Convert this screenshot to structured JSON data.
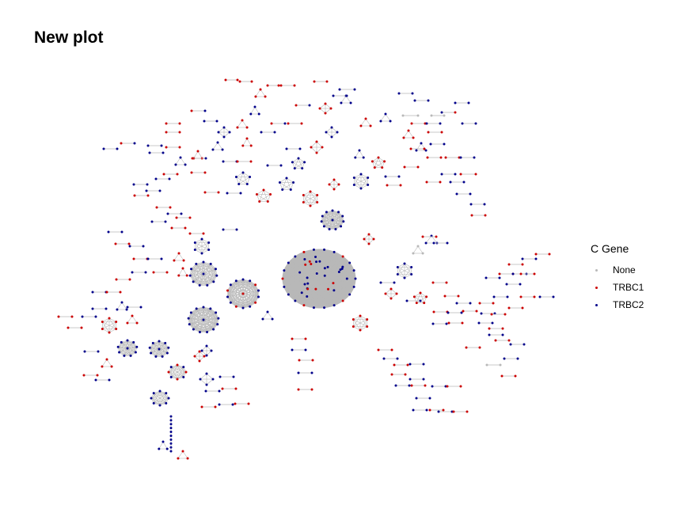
{
  "title": "New plot",
  "legend": {
    "title": "C Gene",
    "items": [
      {
        "label": "None",
        "color": "#b8b8b8"
      },
      {
        "label": "TRBC1",
        "color": "#cc0000"
      },
      {
        "label": "TRBC2",
        "color": "#00008b"
      }
    ]
  },
  "chart_data": {
    "type": "network",
    "edge_color": "#b8b8b8",
    "node_groups": [
      "None",
      "TRBC1",
      "TRBC2"
    ],
    "clusters": [
      {
        "id": "c1",
        "size": 50,
        "colors": [
          "TRBC2",
          "TRBC2",
          "TRBC2",
          "TRBC1"
        ]
      },
      {
        "id": "c2",
        "size": 15,
        "colors": [
          "TRBC2",
          "TRBC2",
          "TRBC1"
        ]
      },
      {
        "id": "c3",
        "size": 14,
        "colors": [
          "TRBC2"
        ]
      },
      {
        "id": "c4",
        "size": 12,
        "colors": [
          "TRBC2"
        ]
      },
      {
        "id": "c5",
        "size": 12,
        "colors": [
          "TRBC2"
        ]
      },
      {
        "id": "c6",
        "size": 10,
        "colors": [
          "TRBC2"
        ]
      },
      {
        "id": "c7",
        "size": 10,
        "colors": [
          "TRBC2"
        ]
      },
      {
        "id": "c8",
        "size": 8,
        "colors": [
          "TRBC1",
          "TRBC2"
        ]
      },
      {
        "id": "c9",
        "size": 8,
        "colors": [
          "TRBC2"
        ]
      },
      {
        "id": "c10",
        "size": 6,
        "colors": [
          "TRBC1"
        ]
      },
      {
        "id": "c11",
        "size": 6,
        "colors": [
          "TRBC2"
        ]
      },
      {
        "id": "c12",
        "size": 6,
        "colors": [
          "TRBC2"
        ]
      },
      {
        "id": "c13",
        "size": 6,
        "colors": [
          "TRBC1"
        ]
      },
      {
        "id": "c14",
        "size": 6,
        "colors": [
          "TRBC2"
        ]
      },
      {
        "id": "c15",
        "size": 6,
        "colors": [
          "TRBC1"
        ]
      },
      {
        "id": "c16",
        "size": 5,
        "colors": [
          "TRBC2"
        ]
      },
      {
        "id": "c17",
        "size": 5,
        "colors": [
          "TRBC1"
        ]
      },
      {
        "id": "c18",
        "size": 5,
        "colors": [
          "TRBC2"
        ]
      },
      {
        "id": "c19",
        "size": 5,
        "colors": [
          "TRBC1"
        ]
      },
      {
        "id": "c20",
        "size": 5,
        "colors": [
          "TRBC2"
        ]
      },
      {
        "id": "c21",
        "size": 5,
        "colors": [
          "TRBC1"
        ]
      },
      {
        "id": "c22",
        "size": 4,
        "colors": [
          "TRBC1"
        ]
      },
      {
        "id": "c23",
        "size": 4,
        "colors": [
          "TRBC2"
        ]
      },
      {
        "id": "c24",
        "size": 4,
        "colors": [
          "TRBC1"
        ]
      },
      {
        "id": "c25",
        "size": 4,
        "colors": [
          "TRBC2"
        ]
      },
      {
        "id": "c26",
        "size": 4,
        "colors": [
          "TRBC1"
        ]
      },
      {
        "id": "c27",
        "size": 4,
        "colors": [
          "TRBC2"
        ]
      },
      {
        "id": "c28",
        "size": 4,
        "colors": [
          "TRBC1"
        ]
      },
      {
        "id": "c29",
        "size": 4,
        "colors": [
          "TRBC1"
        ]
      },
      {
        "id": "c30",
        "size": 4,
        "colors": [
          "TRBC2"
        ]
      },
      {
        "id": "c31",
        "size": 4,
        "colors": [
          "TRBC1"
        ]
      },
      {
        "id": "c32",
        "size": 3,
        "colors": [
          "TRBC1"
        ]
      },
      {
        "id": "c33",
        "size": 3,
        "colors": [
          "TRBC2"
        ]
      },
      {
        "id": "c34",
        "size": 3,
        "colors": [
          "TRBC1"
        ]
      },
      {
        "id": "c35",
        "size": 3,
        "colors": [
          "TRBC2"
        ]
      },
      {
        "id": "c36",
        "size": 3,
        "colors": [
          "TRBC1"
        ]
      },
      {
        "id": "c37",
        "size": 3,
        "colors": [
          "TRBC2"
        ]
      },
      {
        "id": "c38",
        "size": 3,
        "colors": [
          "TRBC1"
        ]
      },
      {
        "id": "c39",
        "size": 3,
        "colors": [
          "TRBC2"
        ]
      },
      {
        "id": "c40",
        "size": 3,
        "colors": [
          "TRBC1"
        ]
      },
      {
        "id": "c41",
        "size": 3,
        "colors": [
          "TRBC2"
        ]
      },
      {
        "id": "c42",
        "size": 3,
        "colors": [
          "TRBC1"
        ]
      },
      {
        "id": "c43",
        "size": 3,
        "colors": [
          "TRBC2"
        ]
      },
      {
        "id": "c44",
        "size": 3,
        "colors": [
          "TRBC1"
        ]
      },
      {
        "id": "c45",
        "size": 3,
        "colors": [
          "TRBC2"
        ]
      },
      {
        "id": "c46",
        "size": 3,
        "colors": [
          "None"
        ]
      },
      {
        "id": "c47",
        "size": 3,
        "colors": [
          "TRBC1"
        ]
      },
      {
        "id": "c48",
        "size": 3,
        "colors": [
          "TRBC2"
        ]
      },
      {
        "id": "c49",
        "size": 3,
        "colors": [
          "TRBC1"
        ]
      },
      {
        "id": "c50",
        "size": 3,
        "colors": [
          "TRBC1"
        ]
      },
      {
        "id": "c51",
        "size": 3,
        "colors": [
          "TRBC2"
        ]
      },
      {
        "id": "c52",
        "size": 3,
        "colors": [
          "TRBC2"
        ]
      },
      {
        "id": "c53",
        "size": 3,
        "colors": [
          "TRBC2"
        ]
      },
      {
        "id": "c54",
        "size": 3,
        "colors": [
          "TRBC1"
        ]
      },
      {
        "id": "c55",
        "size": 10,
        "colors": [
          "TRBC2"
        ]
      }
    ],
    "pairs": [
      [
        "TRBC1",
        "TRBC1"
      ],
      [
        "TRBC1",
        "TRBC1"
      ],
      [
        "TRBC1",
        "TRBC1"
      ],
      [
        "TRBC1",
        "TRBC1"
      ],
      [
        "TRBC1",
        "TRBC1"
      ],
      [
        "TRBC2",
        "TRBC2"
      ],
      [
        "TRBC2",
        "TRBC2"
      ],
      [
        "TRBC2",
        "TRBC2"
      ],
      [
        "TRBC2",
        "TRBC2"
      ],
      [
        "TRBC2",
        "TRBC2"
      ],
      [
        "TRBC1",
        "TRBC2"
      ],
      [
        "TRBC1",
        "TRBC2"
      ],
      [
        "TRBC2",
        "TRBC1"
      ],
      [
        "None",
        "None"
      ],
      [
        "None",
        "None"
      ],
      [
        "TRBC1",
        "TRBC1"
      ],
      [
        "TRBC2",
        "TRBC2"
      ],
      [
        "TRBC1",
        "TRBC2"
      ],
      [
        "TRBC1",
        "TRBC1"
      ],
      [
        "TRBC2",
        "TRBC2"
      ],
      [
        "TRBC1",
        "TRBC1"
      ],
      [
        "TRBC2",
        "TRBC2"
      ],
      [
        "TRBC1",
        "TRBC1"
      ],
      [
        "TRBC2",
        "TRBC2"
      ],
      [
        "TRBC1",
        "TRBC1"
      ],
      [
        "TRBC2",
        "TRBC2"
      ],
      [
        "TRBC1",
        "TRBC2"
      ],
      [
        "TRBC2",
        "TRBC2"
      ],
      [
        "TRBC1",
        "TRBC1"
      ],
      [
        "TRBC2",
        "TRBC2"
      ],
      [
        "TRBC1",
        "TRBC1"
      ],
      [
        "TRBC2",
        "TRBC2"
      ],
      [
        "TRBC1",
        "TRBC1"
      ],
      [
        "TRBC2",
        "TRBC2"
      ],
      [
        "TRBC1",
        "TRBC1"
      ],
      [
        "TRBC2",
        "TRBC2"
      ],
      [
        "TRBC1",
        "TRBC2"
      ],
      [
        "TRBC2",
        "TRBC2"
      ],
      [
        "TRBC1",
        "TRBC1"
      ],
      [
        "TRBC2",
        "TRBC2"
      ],
      [
        "TRBC1",
        "TRBC1"
      ],
      [
        "TRBC2",
        "TRBC2"
      ],
      [
        "TRBC1",
        "TRBC1"
      ],
      [
        "TRBC2",
        "TRBC2"
      ],
      [
        "TRBC1",
        "TRBC1"
      ],
      [
        "TRBC2",
        "TRBC2"
      ],
      [
        "TRBC1",
        "TRBC1"
      ],
      [
        "TRBC2",
        "TRBC2"
      ],
      [
        "TRBC1",
        "TRBC1"
      ],
      [
        "TRBC2",
        "TRBC2"
      ],
      [
        "TRBC1",
        "TRBC1"
      ],
      [
        "TRBC2",
        "TRBC2"
      ],
      [
        "TRBC1",
        "TRBC1"
      ],
      [
        "TRBC2",
        "TRBC2"
      ],
      [
        "TRBC1",
        "TRBC1"
      ],
      [
        "TRBC2",
        "TRBC2"
      ],
      [
        "TRBC1",
        "TRBC1"
      ],
      [
        "TRBC2",
        "TRBC2"
      ],
      [
        "TRBC1",
        "TRBC1"
      ],
      [
        "TRBC2",
        "TRBC2"
      ],
      [
        "TRBC1",
        "TRBC1"
      ],
      [
        "TRBC2",
        "TRBC2"
      ],
      [
        "TRBC1",
        "TRBC1"
      ],
      [
        "TRBC2",
        "TRBC2"
      ],
      [
        "TRBC1",
        "TRBC1"
      ],
      [
        "TRBC2",
        "TRBC2"
      ],
      [
        "TRBC1",
        "TRBC1"
      ],
      [
        "TRBC2",
        "TRBC2"
      ],
      [
        "TRBC1",
        "TRBC1"
      ],
      [
        "TRBC2",
        "TRBC2"
      ],
      [
        "TRBC1",
        "TRBC1"
      ],
      [
        "TRBC2",
        "TRBC2"
      ],
      [
        "TRBC1",
        "TRBC1"
      ],
      [
        "TRBC2",
        "TRBC2"
      ],
      [
        "TRBC1",
        "TRBC1"
      ],
      [
        "TRBC2",
        "TRBC2"
      ],
      [
        "TRBC1",
        "TRBC1"
      ],
      [
        "TRBC2",
        "TRBC2"
      ],
      [
        "TRBC1",
        "TRBC1"
      ],
      [
        "TRBC2",
        "TRBC2"
      ],
      [
        "TRBC1",
        "TRBC1"
      ],
      [
        "TRBC2",
        "TRBC2"
      ],
      [
        "TRBC1",
        "TRBC1"
      ],
      [
        "TRBC2",
        "TRBC2"
      ],
      [
        "TRBC1",
        "TRBC1"
      ],
      [
        "TRBC2",
        "TRBC2"
      ],
      [
        "TRBC1",
        "TRBC1"
      ],
      [
        "TRBC2",
        "TRBC2"
      ],
      [
        "TRBC1",
        "TRBC1"
      ],
      [
        "TRBC2",
        "TRBC2"
      ],
      [
        "TRBC1",
        "TRBC1"
      ],
      [
        "TRBC2",
        "TRBC2"
      ],
      [
        "TRBC1",
        "TRBC1"
      ],
      [
        "TRBC2",
        "TRBC2"
      ],
      [
        "TRBC1",
        "TRBC1"
      ],
      [
        "TRBC2",
        "TRBC2"
      ],
      [
        "TRBC1",
        "TRBC1"
      ],
      [
        "TRBC2",
        "TRBC2"
      ],
      [
        "TRBC1",
        "TRBC1"
      ],
      [
        "TRBC2",
        "TRBC2"
      ],
      [
        "TRBC1",
        "TRBC1"
      ],
      [
        "TRBC2",
        "TRBC2"
      ],
      [
        "TRBC1",
        "TRBC1"
      ],
      [
        "TRBC2",
        "TRBC2"
      ],
      [
        "TRBC1",
        "TRBC1"
      ],
      [
        "TRBC2",
        "TRBC2"
      ],
      [
        "TRBC1",
        "TRBC1"
      ],
      [
        "TRBC2",
        "TRBC2"
      ],
      [
        "TRBC1",
        "TRBC1"
      ],
      [
        "TRBC2",
        "TRBC2"
      ],
      [
        "TRBC1",
        "TRBC1"
      ],
      [
        "TRBC2",
        "TRBC2"
      ],
      [
        "TRBC1",
        "TRBC1"
      ],
      [
        "TRBC2",
        "TRBC2"
      ],
      [
        "TRBC1",
        "TRBC1"
      ],
      [
        "TRBC2",
        "TRBC2"
      ],
      [
        "TRBC1",
        "TRBC1"
      ],
      [
        "TRBC2",
        "TRBC2"
      ],
      [
        "TRBC1",
        "TRBC1"
      ],
      [
        "TRBC2",
        "TRBC2"
      ],
      [
        "TRBC1",
        "TRBC1"
      ],
      [
        "TRBC2",
        "TRBC2"
      ],
      [
        "TRBC1",
        "TRBC1"
      ],
      [
        "TRBC2",
        "TRBC2"
      ],
      [
        "None",
        "None"
      ],
      [
        "TRBC1",
        "TRBC1"
      ],
      [
        "TRBC2",
        "TRBC2"
      ],
      [
        "TRBC1",
        "TRBC1"
      ],
      [
        "TRBC2",
        "TRBC2"
      ],
      [
        "TRBC1",
        "TRBC1"
      ],
      [
        "TRBC2",
        "TRBC2"
      ],
      [
        "TRBC1",
        "TRBC1"
      ],
      [
        "TRBC2",
        "TRBC2"
      ],
      [
        "TRBC1",
        "TRBC1"
      ],
      [
        "TRBC2",
        "TRBC2"
      ],
      [
        "TRBC1",
        "TRBC1"
      ],
      [
        "TRBC2",
        "TRBC2"
      ],
      [
        "TRBC1",
        "TRBC1"
      ],
      [
        "TRBC2",
        "TRBC2"
      ],
      [
        "TRBC1",
        "TRBC1"
      ],
      [
        "TRBC2",
        "TRBC2"
      ],
      [
        "TRBC1",
        "TRBC1"
      ],
      [
        "TRBC2",
        "TRBC2"
      ],
      [
        "TRBC1",
        "TRBC1"
      ],
      [
        "TRBC2",
        "TRBC2"
      ]
    ]
  }
}
